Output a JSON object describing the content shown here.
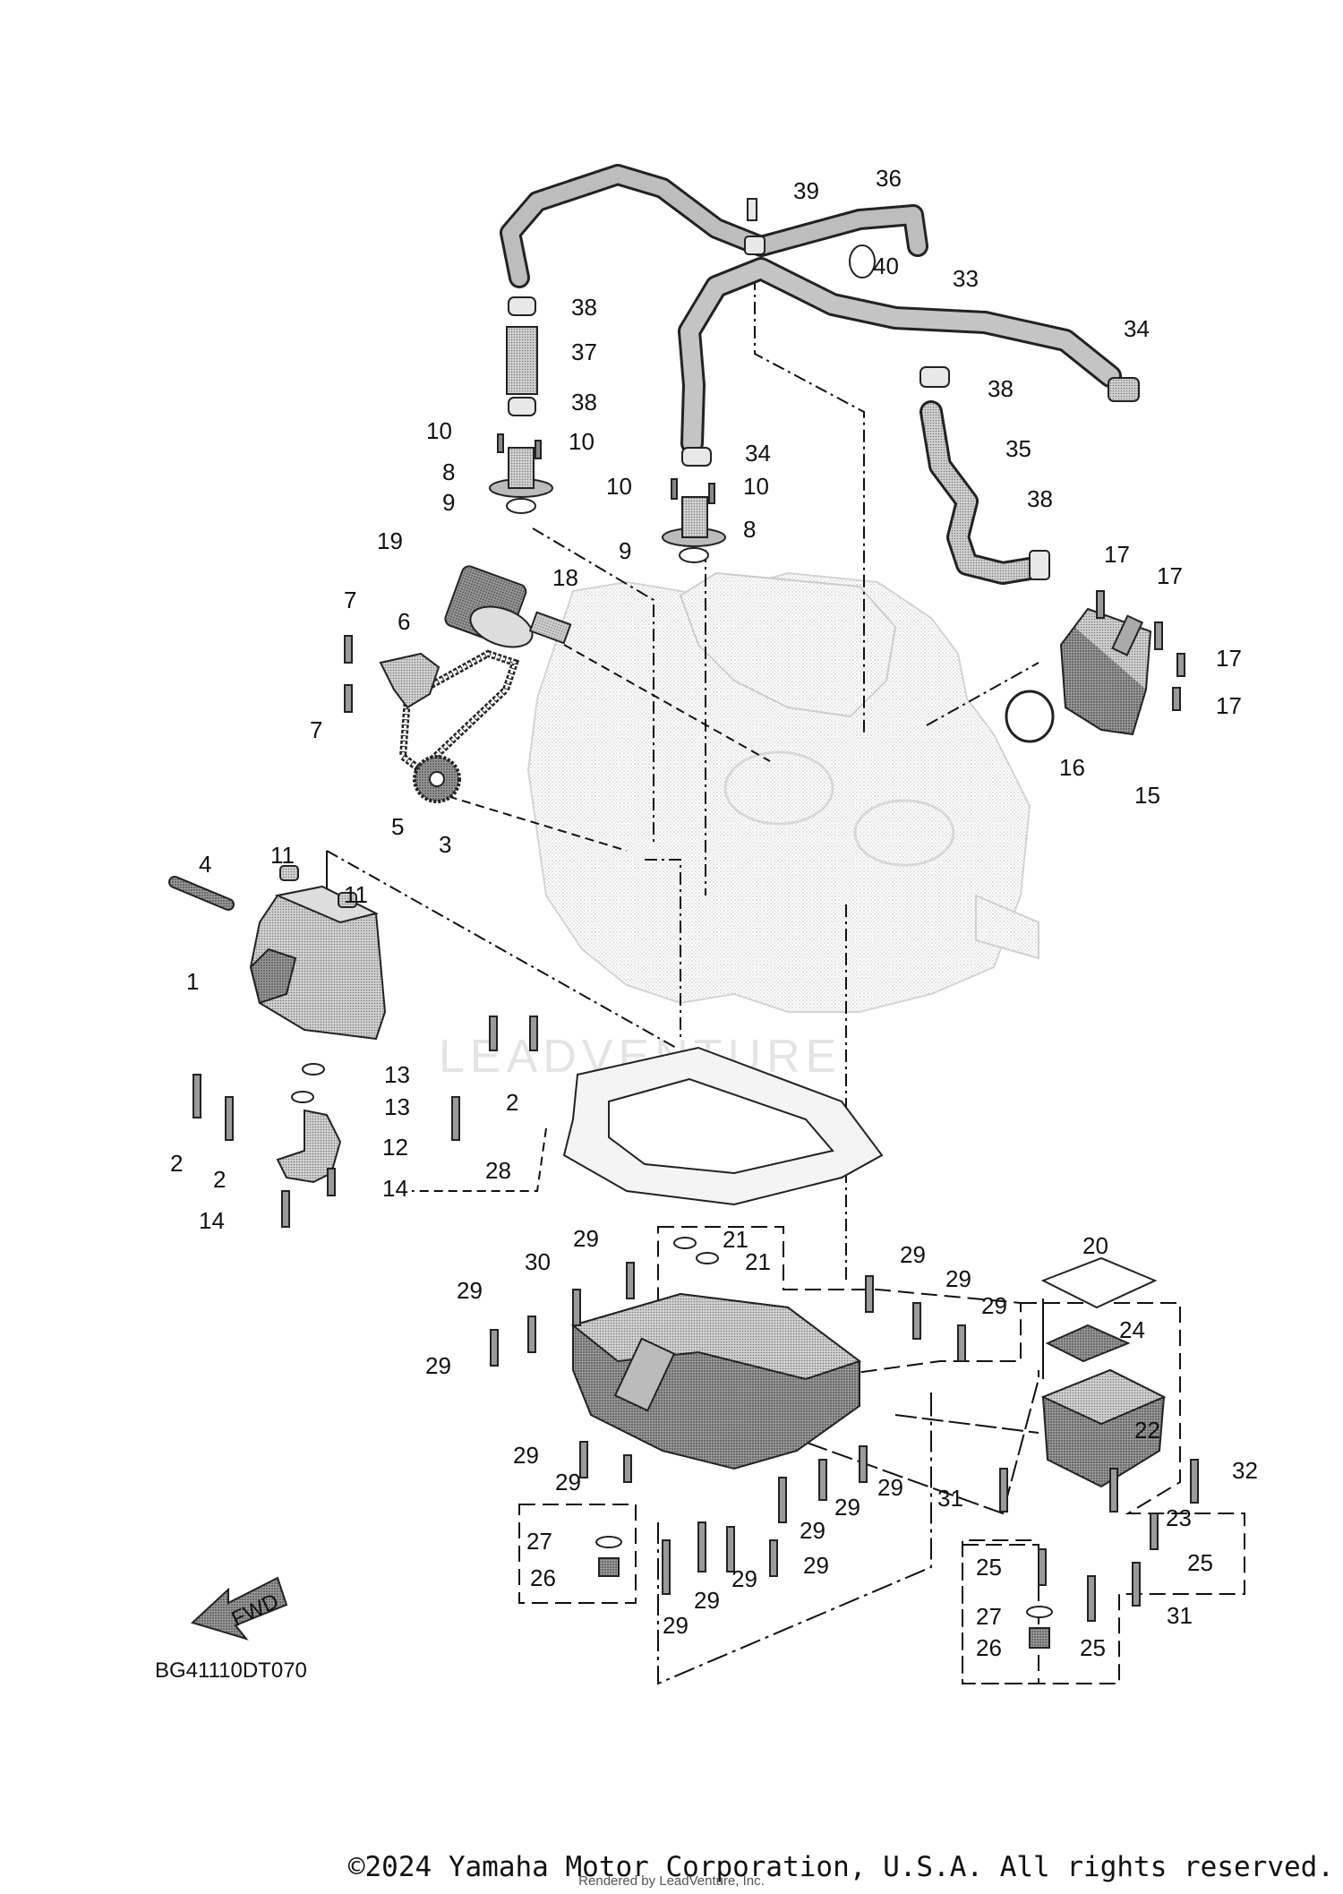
{
  "diagram_code": "BG41110DT070",
  "watermark": "LEADVENTURE",
  "fwd_label": "FWD",
  "copyright": "©2024 Yamaha Motor Corporation, U.S.A. All rights reserved.",
  "rendered_by": "Rendered by LeadVenture, Inc.",
  "callouts": [
    {
      "id": "c39",
      "text": "39"
    },
    {
      "id": "c36",
      "text": "36"
    },
    {
      "id": "c40",
      "text": "40"
    },
    {
      "id": "c33",
      "text": "33"
    },
    {
      "id": "c34a",
      "text": "34"
    },
    {
      "id": "c38a",
      "text": "38"
    },
    {
      "id": "c37",
      "text": "37"
    },
    {
      "id": "c38b",
      "text": "38"
    },
    {
      "id": "c38c",
      "text": "38"
    },
    {
      "id": "c10a",
      "text": "10"
    },
    {
      "id": "c10b",
      "text": "10"
    },
    {
      "id": "c8a",
      "text": "8"
    },
    {
      "id": "c9a",
      "text": "9"
    },
    {
      "id": "c34b",
      "text": "34"
    },
    {
      "id": "c35",
      "text": "35"
    },
    {
      "id": "c10c",
      "text": "10"
    },
    {
      "id": "c10d",
      "text": "10"
    },
    {
      "id": "c8b",
      "text": "8"
    },
    {
      "id": "c9b",
      "text": "9"
    },
    {
      "id": "c38d",
      "text": "38"
    },
    {
      "id": "c19",
      "text": "19"
    },
    {
      "id": "c18",
      "text": "18"
    },
    {
      "id": "c17a",
      "text": "17"
    },
    {
      "id": "c17b",
      "text": "17"
    },
    {
      "id": "c17c",
      "text": "17"
    },
    {
      "id": "c17d",
      "text": "17"
    },
    {
      "id": "c7a",
      "text": "7"
    },
    {
      "id": "c6",
      "text": "6"
    },
    {
      "id": "c7b",
      "text": "7"
    },
    {
      "id": "c5",
      "text": "5"
    },
    {
      "id": "c3",
      "text": "3"
    },
    {
      "id": "c16",
      "text": "16"
    },
    {
      "id": "c15",
      "text": "15"
    },
    {
      "id": "c4",
      "text": "4"
    },
    {
      "id": "c11a",
      "text": "11"
    },
    {
      "id": "c11b",
      "text": "11"
    },
    {
      "id": "c1",
      "text": "1"
    },
    {
      "id": "c13a",
      "text": "13"
    },
    {
      "id": "c13b",
      "text": "13"
    },
    {
      "id": "c2a",
      "text": "2"
    },
    {
      "id": "c2b",
      "text": "2"
    },
    {
      "id": "c2c",
      "text": "2"
    },
    {
      "id": "c12",
      "text": "12"
    },
    {
      "id": "c14a",
      "text": "14"
    },
    {
      "id": "c14b",
      "text": "14"
    },
    {
      "id": "c28",
      "text": "28"
    },
    {
      "id": "c29a",
      "text": "29"
    },
    {
      "id": "c21a",
      "text": "21"
    },
    {
      "id": "c21b",
      "text": "21"
    },
    {
      "id": "c30",
      "text": "30"
    },
    {
      "id": "c29b",
      "text": "29"
    },
    {
      "id": "c29c",
      "text": "29"
    },
    {
      "id": "c29d",
      "text": "29"
    },
    {
      "id": "c29e",
      "text": "29"
    },
    {
      "id": "c29f",
      "text": "29"
    },
    {
      "id": "c20",
      "text": "20"
    },
    {
      "id": "c24",
      "text": "24"
    },
    {
      "id": "c29g",
      "text": "29"
    },
    {
      "id": "c29h",
      "text": "29"
    },
    {
      "id": "c22",
      "text": "22"
    },
    {
      "id": "c29i",
      "text": "29"
    },
    {
      "id": "c29j",
      "text": "29"
    },
    {
      "id": "c32",
      "text": "32"
    },
    {
      "id": "c31a",
      "text": "31"
    },
    {
      "id": "c23",
      "text": "23"
    },
    {
      "id": "c29k",
      "text": "29"
    },
    {
      "id": "c27a",
      "text": "27"
    },
    {
      "id": "c29l",
      "text": "29"
    },
    {
      "id": "c25a",
      "text": "25"
    },
    {
      "id": "c25b",
      "text": "25"
    },
    {
      "id": "c26a",
      "text": "26"
    },
    {
      "id": "c29m",
      "text": "29"
    },
    {
      "id": "c29n",
      "text": "29"
    },
    {
      "id": "c27b",
      "text": "27"
    },
    {
      "id": "c31b",
      "text": "31"
    },
    {
      "id": "c29o",
      "text": "29"
    },
    {
      "id": "c26b",
      "text": "26"
    },
    {
      "id": "c25c",
      "text": "25"
    }
  ]
}
